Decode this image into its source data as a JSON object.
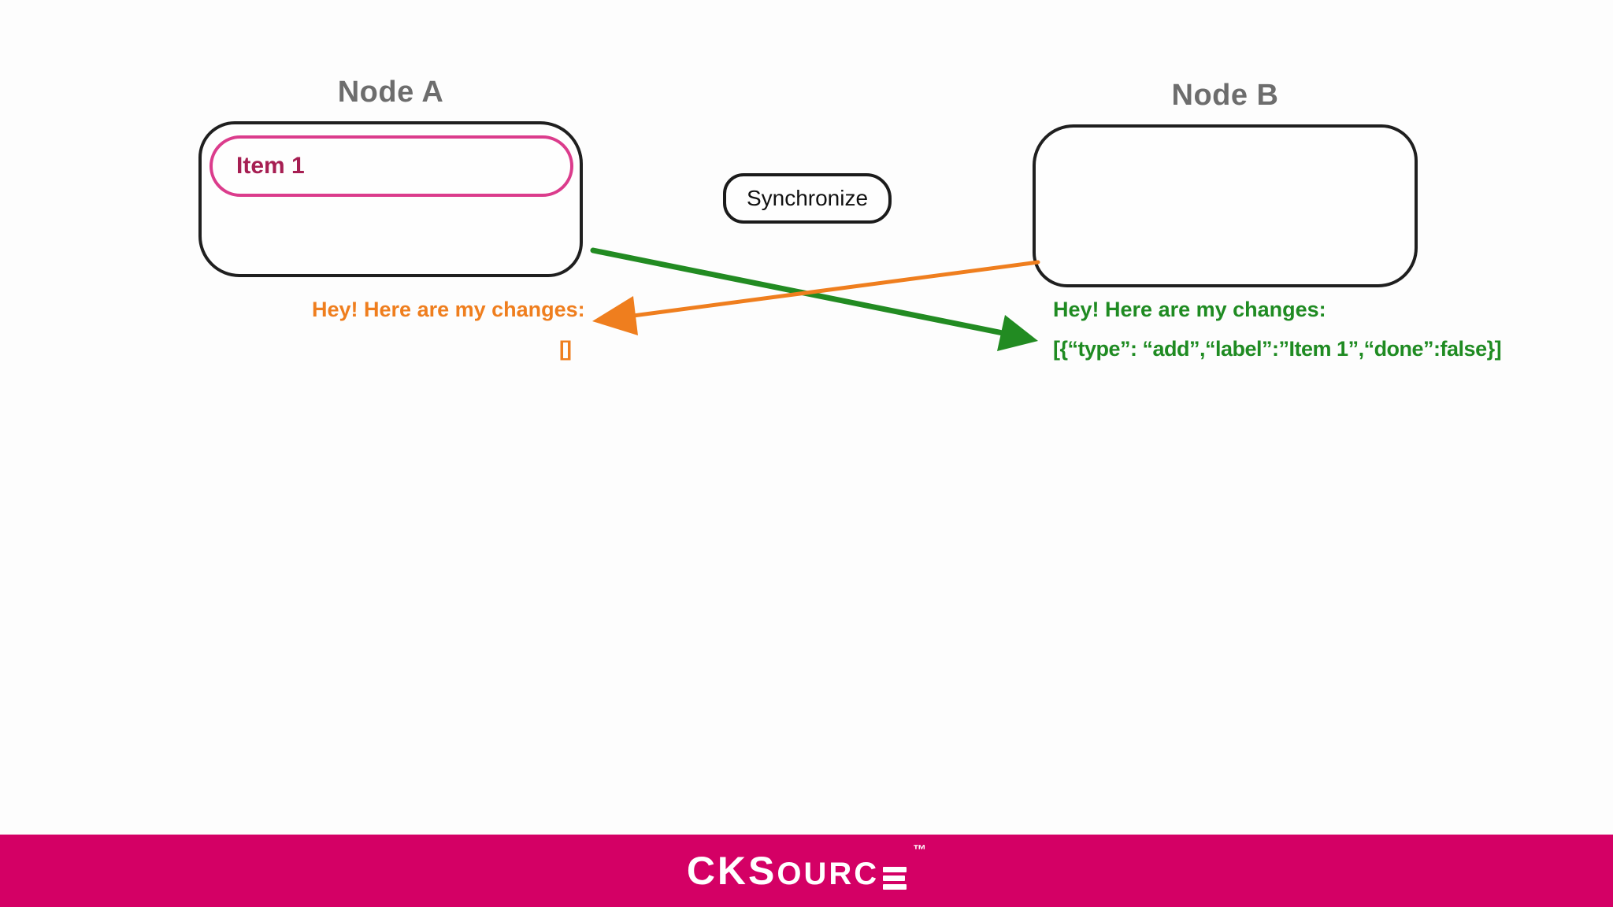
{
  "diagram": {
    "node_a": {
      "title": "Node A",
      "item": "Item 1"
    },
    "node_b": {
      "title": "Node B"
    },
    "sync_button_label": "Synchronize",
    "message_from_a": {
      "intro": "Hey! Here are my changes:",
      "payload": "[{“type”: “add”,“label”:”Item 1”,“done”:false}]"
    },
    "message_from_b": {
      "intro": "Hey! Here are my changes:",
      "payload": "[]"
    }
  },
  "footer": {
    "logo_primary": "CKS",
    "logo_secondary": "OURC",
    "logo_tm": "™"
  },
  "colors": {
    "footer_magenta": "#d40065",
    "item_pill_pink": "#db3c8c",
    "item_text_maroon": "#a61e52",
    "arrow_green": "#228b22",
    "arrow_orange": "#ef7e1e",
    "node_title_gray": "#6d6d6d",
    "box_border_black": "#1f1f1f"
  }
}
